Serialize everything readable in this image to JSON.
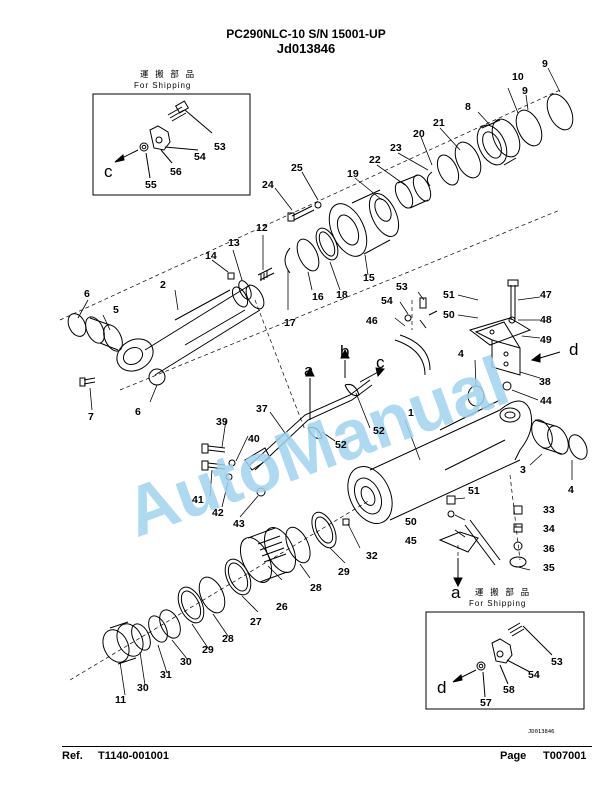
{
  "header": {
    "model_serial": "PC290NLC-10 S/N 15001-UP",
    "drawing_id": "Jd013846"
  },
  "shipping_box_1": {
    "kanji": "運 搬 部 品",
    "label": "For Shipping",
    "view_letter": "c",
    "parts": [
      "53",
      "54",
      "55",
      "56"
    ]
  },
  "shipping_box_2": {
    "kanji": "運 搬 部 品",
    "label": "For Shipping",
    "view_letter": "d",
    "parts": [
      "53",
      "54",
      "57",
      "58"
    ]
  },
  "view_letters": [
    "a",
    "b",
    "c",
    "d",
    "a"
  ],
  "part_numbers": [
    "1",
    "2",
    "3",
    "4",
    "4",
    "5",
    "6",
    "6",
    "7",
    "8",
    "9",
    "9",
    "10",
    "11",
    "12",
    "13",
    "14",
    "15",
    "16",
    "17",
    "18",
    "19",
    "20",
    "21",
    "22",
    "23",
    "24",
    "25",
    "26",
    "27",
    "28",
    "28",
    "29",
    "29",
    "30",
    "30",
    "31",
    "32",
    "33",
    "34",
    "35",
    "36",
    "37",
    "38",
    "39",
    "40",
    "41",
    "42",
    "43",
    "44",
    "45",
    "46",
    "47",
    "48",
    "49",
    "50",
    "50",
    "51",
    "51",
    "52",
    "52",
    "53",
    "54"
  ],
  "watermark": "AutoManual",
  "drawing_code": "JD013846",
  "footer": {
    "ref_label": "Ref.",
    "ref_value": "T1140-001001",
    "page_label": "Page",
    "page_value": "T007001"
  }
}
